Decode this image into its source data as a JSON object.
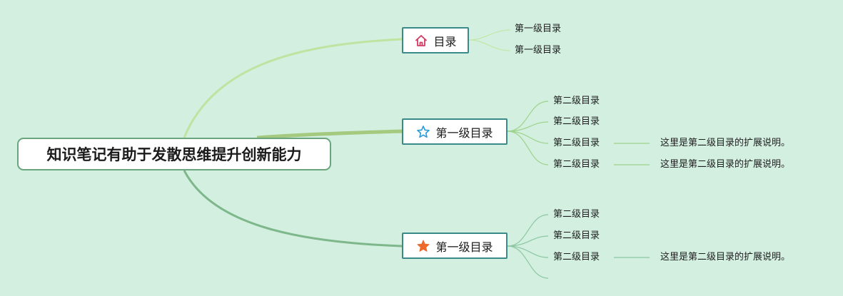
{
  "root": {
    "label": "知识笔记有助于发散思维提升创新能力"
  },
  "branches": [
    {
      "icon": "home-icon",
      "label": "目录",
      "children": [
        {
          "label": "第一级目录"
        },
        {
          "label": "第一级目录"
        }
      ]
    },
    {
      "icon": "star-outline-icon",
      "label": "第一级目录",
      "children": [
        {
          "label": "第二级目录"
        },
        {
          "label": "第二级目录"
        },
        {
          "label": "第二级目录",
          "note": "这里是第二级目录的扩展说明。"
        },
        {
          "label": "第二级目录",
          "note": "这里是第二级目录的扩展说明。"
        }
      ]
    },
    {
      "icon": "star-filled-icon",
      "label": "第一级目录",
      "children": [
        {
          "label": "第二级目录"
        },
        {
          "label": "第二级目录"
        },
        {
          "label": "第二级目录",
          "note": "这里是第二级目录的扩展说明。"
        },
        {
          "label": ""
        }
      ]
    }
  ],
  "colors": {
    "background": "#d2efe0",
    "home_icon": "#d43b63",
    "star_outline_icon": "#2a9ad8",
    "star_filled_icon": "#ee6a2c",
    "branch_border": "#3a8a8a",
    "root_border": "#6aa57e"
  }
}
